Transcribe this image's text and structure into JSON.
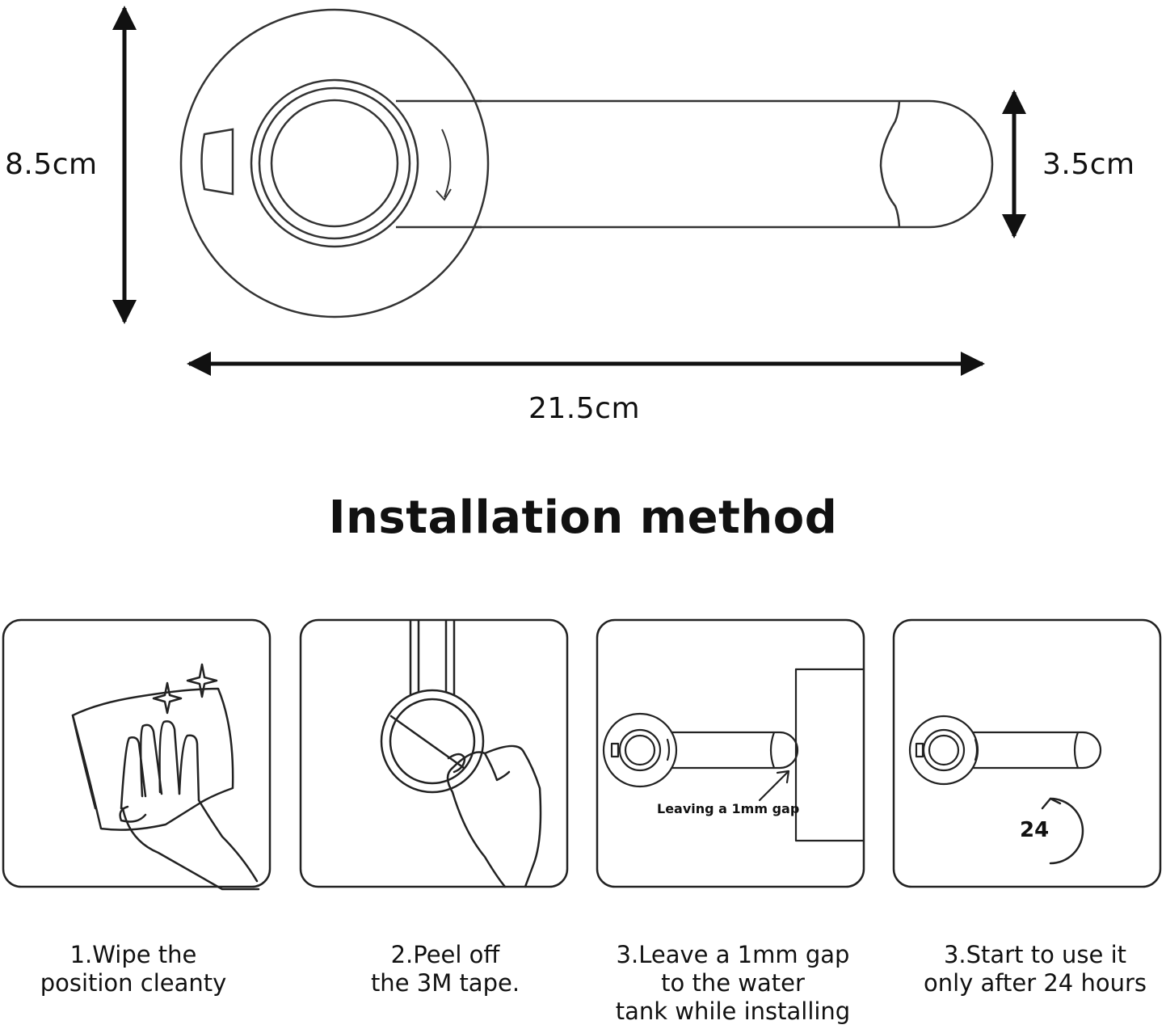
{
  "dimensions": {
    "height_label": "8.5cm",
    "bar_width_label": "3.5cm",
    "length_label": "21.5cm"
  },
  "title": "Installation method",
  "steps": [
    {
      "icon": "hand-wiping-icon",
      "lines": [
        "1.Wipe the",
        "position cleanty"
      ]
    },
    {
      "icon": "peel-tape-icon",
      "lines": [
        "2.Peel off",
        "the 3M tape."
      ]
    },
    {
      "icon": "gap-install-icon",
      "lines": [
        "3.Leave a 1mm gap",
        "to the water",
        "tank while installing"
      ],
      "note": "Leaving a 1mm gap"
    },
    {
      "icon": "wait-24h-icon",
      "lines": [
        "3.Start to use it",
        "only after 24 hours"
      ],
      "note": "24"
    }
  ],
  "colors": {
    "ink": "#111111",
    "outline": "#333333",
    "background": "#ffffff"
  }
}
